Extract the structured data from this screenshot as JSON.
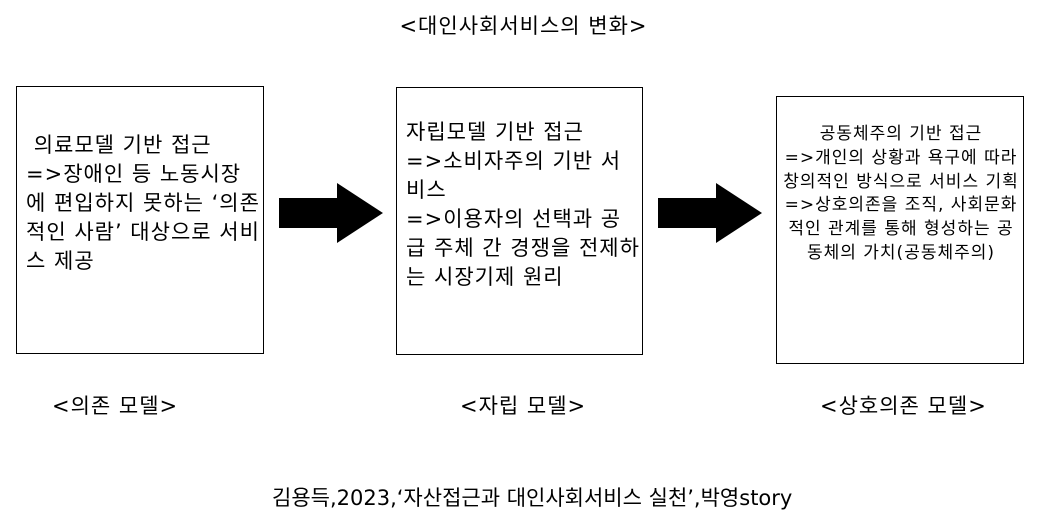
{
  "title": "<대인사회서비스의 변화>",
  "models": [
    {
      "text": " 의료모델 기반 접근\n=>장애인 등 노동시장에 편입하지 못하는 ‘의존적인 사람’ 대상으로 서비스 제공",
      "caption": "<의존 모델>"
    },
    {
      "text": "자립모델 기반 접근\n=>소비자주의 기반 서비스\n=>이용자의 선택과 공급 주체 간 경쟁을 전제하는 시장기제 원리",
      "caption": "<자립 모델>"
    },
    {
      "text": "공동체주의 기반 접근\n=>개인의 상황과 욕구에 따라 창의적인 방식으로 서비스 기획\n=>상호의존을 조직, 사회문화적인 관계를 통해 형성하는 공동체의 가치(공동체주의)",
      "caption": "<상호의존 모델>"
    }
  ],
  "source": "김용득,2023,‘자산접근과 대인사회서비스 실천’,박영story",
  "arrow_icon": "right-arrow-icon",
  "colors": {
    "background": "#ffffff",
    "text": "#000000",
    "arrow": "#000000",
    "border": "#000000"
  }
}
